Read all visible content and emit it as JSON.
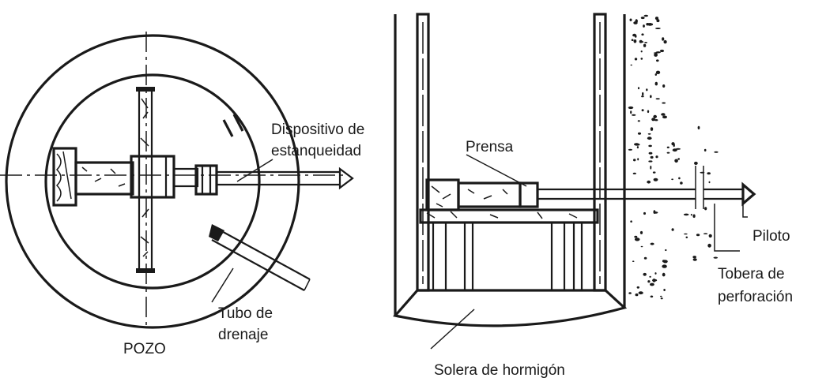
{
  "diagram": {
    "left_view": {
      "labels": {
        "sealing_device": [
          "Dispositivo de",
          "estanqueidad"
        ],
        "drain_pipe": [
          "Tubo de",
          "drenaje"
        ],
        "shaft": "POZO"
      }
    },
    "right_view": {
      "labels": {
        "press": "Prensa",
        "pilot": "Piloto",
        "drill_nozzle": [
          "Tobera de",
          "perforación"
        ],
        "concrete_slab": "Solera de hormigón"
      }
    }
  }
}
